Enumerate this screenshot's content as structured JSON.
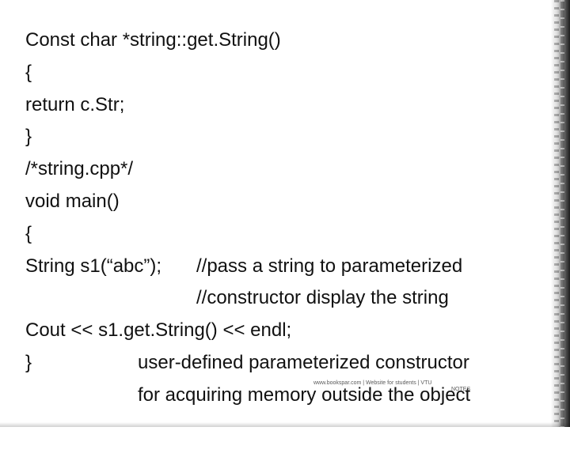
{
  "slide": {
    "lines": [
      {
        "a": "Const char *string::get.String()"
      },
      {
        "a": "{"
      },
      {
        "a": "return c.Str;"
      },
      {
        "a": "}"
      },
      {
        "a": "/*string.cpp*/"
      },
      {
        "a": "void main()"
      },
      {
        "a": "{"
      },
      {
        "a": "String s1(“abc”);",
        "b": "//pass a string to parameterized"
      },
      {
        "b": "//constructor display the string"
      },
      {
        "a": "Cout << s1.get.String() << endl;"
      },
      {
        "a": "}",
        "c": "user-defined parameterized constructor"
      },
      {
        "c": "for acquiring memory outside the object"
      }
    ],
    "watermark": {
      "line1": "www.bookspar.com | Website for students | VTU",
      "line2": "NOTES"
    }
  }
}
